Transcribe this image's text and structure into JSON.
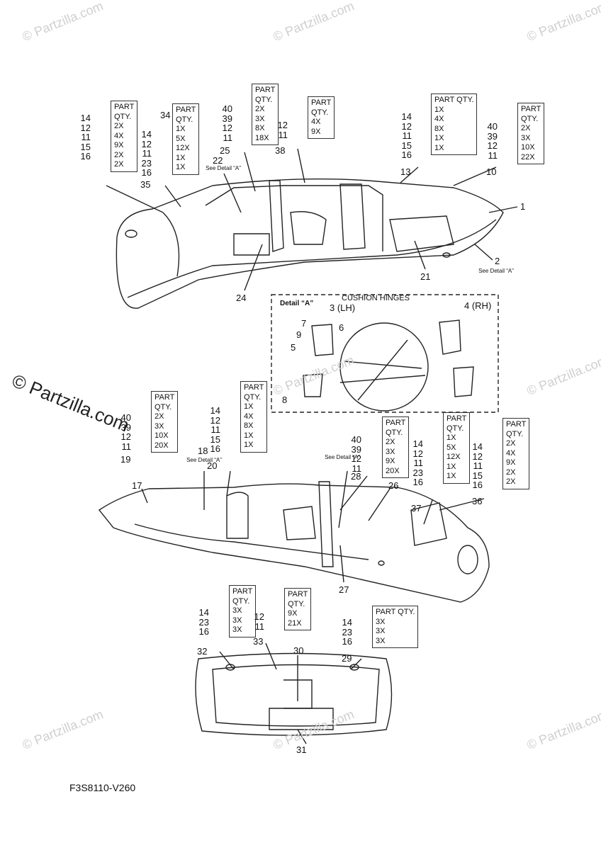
{
  "watermark": "© Partzilla.com",
  "figure_code": "F3S8110-V260",
  "detail": {
    "title": "CUSHION HINGES",
    "heading": "Detail “A”",
    "lh": "3 (LH)",
    "rh": "4 (RH)"
  },
  "see_detail": "See Detail “A”",
  "tables": [
    {
      "id": "t34",
      "header": [
        "PART",
        "QTY."
      ],
      "rows": [
        [
          "14",
          "2X"
        ],
        [
          "12",
          "4X"
        ],
        [
          "11",
          "9X"
        ],
        [
          "15",
          "2X"
        ],
        [
          "16",
          "2X"
        ]
      ],
      "ref": "34"
    },
    {
      "id": "t35",
      "header": [
        "PART",
        "QTY."
      ],
      "rows": [
        [
          "14",
          "1X"
        ],
        [
          "12",
          "5X"
        ],
        [
          "11",
          "12X"
        ],
        [
          "23",
          "1X"
        ],
        [
          "16",
          "1X"
        ]
      ],
      "ref": "35"
    },
    {
      "id": "t25",
      "header": [
        "PART",
        "QTY."
      ],
      "rows": [
        [
          "40",
          "2X"
        ],
        [
          "39",
          "3X"
        ],
        [
          "12",
          "8X"
        ],
        [
          "11",
          "18X"
        ]
      ],
      "ref": "25"
    },
    {
      "id": "t38",
      "header": [
        "PART",
        "QTY."
      ],
      "rows": [
        [
          "12",
          "4X"
        ],
        [
          "11",
          "9X"
        ]
      ],
      "ref": "38"
    },
    {
      "id": "t13",
      "header": [
        "PART QTY."
      ],
      "rows": [
        [
          "14",
          "1X"
        ],
        [
          "12",
          "4X"
        ],
        [
          "11",
          "8X"
        ],
        [
          "15",
          "1X"
        ],
        [
          "16",
          "1X"
        ]
      ],
      "ref": "13"
    },
    {
      "id": "t10",
      "header": [
        "PART",
        "QTY."
      ],
      "rows": [
        [
          "40",
          "2X"
        ],
        [
          "39",
          "3X"
        ],
        [
          "12",
          "10X"
        ],
        [
          "11",
          "22X"
        ]
      ],
      "ref": "10"
    },
    {
      "id": "t19",
      "header": [
        "PART",
        "QTY."
      ],
      "rows": [
        [
          "40",
          "2X"
        ],
        [
          "39",
          "3X"
        ],
        [
          "12",
          "10X"
        ],
        [
          "11",
          "20X"
        ]
      ],
      "ref": "19"
    },
    {
      "id": "t20",
      "header": [
        "PART",
        "QTY."
      ],
      "rows": [
        [
          "14",
          "1X"
        ],
        [
          "12",
          "4X"
        ],
        [
          "11",
          "8X"
        ],
        [
          "15",
          "1X"
        ],
        [
          "16",
          "1X"
        ]
      ],
      "ref": "20"
    },
    {
      "id": "t28",
      "header": [
        "PART",
        "QTY."
      ],
      "rows": [
        [
          "40",
          "2X"
        ],
        [
          "39",
          "3X"
        ],
        [
          "12",
          "9X"
        ],
        [
          "11",
          "20X"
        ]
      ],
      "ref": "28"
    },
    {
      "id": "t37",
      "header": [
        "PART",
        "QTY."
      ],
      "rows": [
        [
          "14",
          "1X"
        ],
        [
          "12",
          "5X"
        ],
        [
          "11",
          "12X"
        ],
        [
          "23",
          "1X"
        ],
        [
          "16",
          "1X"
        ]
      ],
      "ref": "37"
    },
    {
      "id": "t36",
      "header": [
        "PART",
        "QTY."
      ],
      "rows": [
        [
          "14",
          "2X"
        ],
        [
          "12",
          "4X"
        ],
        [
          "11",
          "9X"
        ],
        [
          "15",
          "2X"
        ],
        [
          "16",
          "2X"
        ]
      ],
      "ref": "36"
    },
    {
      "id": "t32",
      "header": [
        "PART",
        "QTY."
      ],
      "rows": [
        [
          "14",
          "3X"
        ],
        [
          "23",
          "3X"
        ],
        [
          "16",
          "3X"
        ]
      ],
      "ref": "32"
    },
    {
      "id": "t33",
      "header": [
        "PART",
        "QTY."
      ],
      "rows": [
        [
          "12",
          "9X"
        ],
        [
          "11",
          "21X"
        ]
      ],
      "ref": "33"
    },
    {
      "id": "t29",
      "header": [
        "PART QTY."
      ],
      "rows": [
        [
          "14",
          "3X"
        ],
        [
          "23",
          "3X"
        ],
        [
          "16",
          "3X"
        ]
      ],
      "ref": "29"
    }
  ],
  "callouts": [
    "1",
    "2",
    "3",
    "4",
    "5",
    "6",
    "7",
    "8",
    "9",
    "10",
    "13",
    "17",
    "18",
    "19",
    "20",
    "21",
    "22",
    "24",
    "26",
    "27",
    "28",
    "29",
    "30",
    "31",
    "36",
    "37",
    "38"
  ]
}
